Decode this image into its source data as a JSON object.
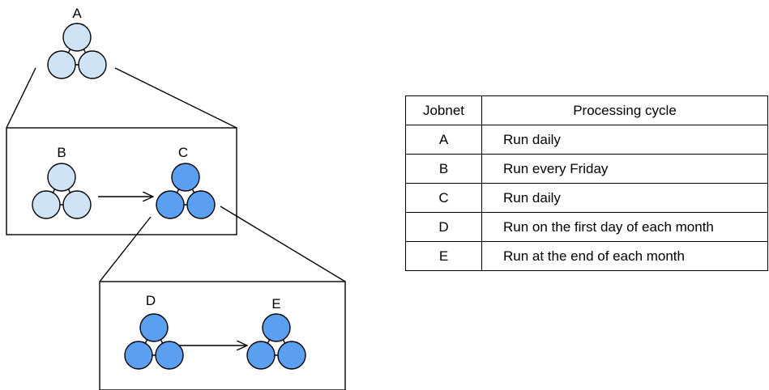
{
  "colors": {
    "light_jobnet": "#cfe3f7",
    "dark_jobnet": "#5b9ff0",
    "stroke": "#000000"
  },
  "jobnets": [
    {
      "label": "A",
      "style": "light"
    },
    {
      "label": "B",
      "style": "light"
    },
    {
      "label": "C",
      "style": "dark"
    },
    {
      "label": "D",
      "style": "dark"
    },
    {
      "label": "E",
      "style": "dark"
    }
  ],
  "table": {
    "headers": {
      "jobnet": "Jobnet",
      "cycle": "Processing cycle"
    },
    "rows": [
      {
        "jobnet": "A",
        "cycle": "Run daily"
      },
      {
        "jobnet": "B",
        "cycle": "Run every Friday"
      },
      {
        "jobnet": "C",
        "cycle": "Run daily"
      },
      {
        "jobnet": "D",
        "cycle": "Run on the first day of each month"
      },
      {
        "jobnet": "E",
        "cycle": "Run at the end of each month"
      }
    ]
  }
}
